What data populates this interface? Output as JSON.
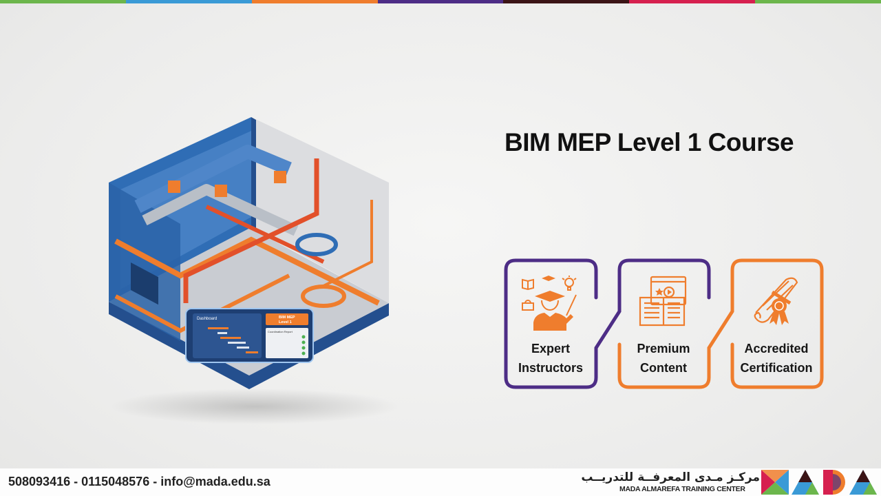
{
  "top_stripe_colors": [
    "#6cb64c",
    "#3a9ad6",
    "#ef7d2d",
    "#4d2d86",
    "#3b1416",
    "#d6204f",
    "#6cb64c"
  ],
  "title": "BIM MEP Level 1 Course",
  "features": [
    {
      "label_line1": "Expert",
      "label_line2": "Instructors",
      "icon": "instructor-icon"
    },
    {
      "label_line1": "Premium",
      "label_line2": "Content",
      "icon": "book-video-icon"
    },
    {
      "label_line1": "Accredited",
      "label_line2": "Certification",
      "icon": "certificate-icon"
    }
  ],
  "colors": {
    "purple": "#4d2d86",
    "orange": "#ef7d2d",
    "blue": "#2f6db5"
  },
  "illustration": {
    "tablet_heading": "Dashboard",
    "tablet_badge_line1": "BIM MEP",
    "tablet_badge_line2": "Level 1",
    "tablet_report": "Coordination Report"
  },
  "footer": {
    "contact": "508093416 - 0115048576 - info@mada.edu.sa",
    "org_name_ar": "مركـز مـدى المعرفــة للتدريــب",
    "org_name_en": "MADA ALMAREFA TRAINING CENTER",
    "logo_text": "MADA"
  }
}
